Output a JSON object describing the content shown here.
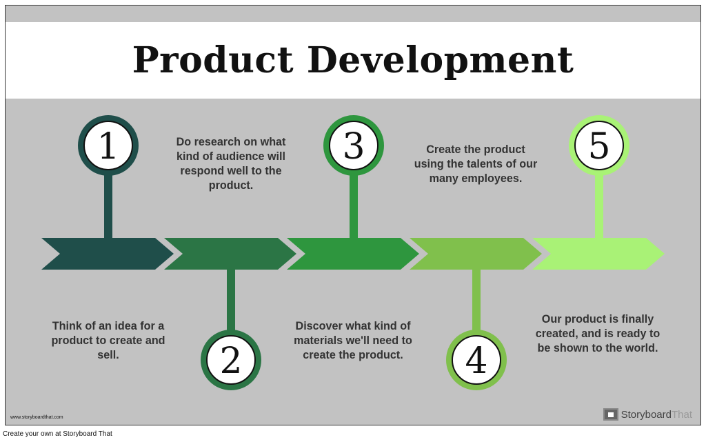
{
  "title": "Product Development",
  "steps": [
    {
      "number": "1",
      "text": "Think of an idea for a product to create and sell.",
      "color": "#1f4e4a"
    },
    {
      "number": "2",
      "text": "Do research on what kind of audience will respond well to the product.",
      "color": "#2b7545"
    },
    {
      "number": "3",
      "text": "Discover what kind of materials we'll need to create the product.",
      "color": "#2e963e"
    },
    {
      "number": "4",
      "text": "Create the product using the talents of our many employees.",
      "color": "#80c04c"
    },
    {
      "number": "5",
      "text": "Our product is finally created, and is ready to be shown to the world.",
      "color": "#a9f276"
    }
  ],
  "watermark_site": "www.storyboardthat.com",
  "logo": {
    "part1": "Storyboard",
    "part2": "That"
  },
  "footer": "Create your own at Storyboard That"
}
